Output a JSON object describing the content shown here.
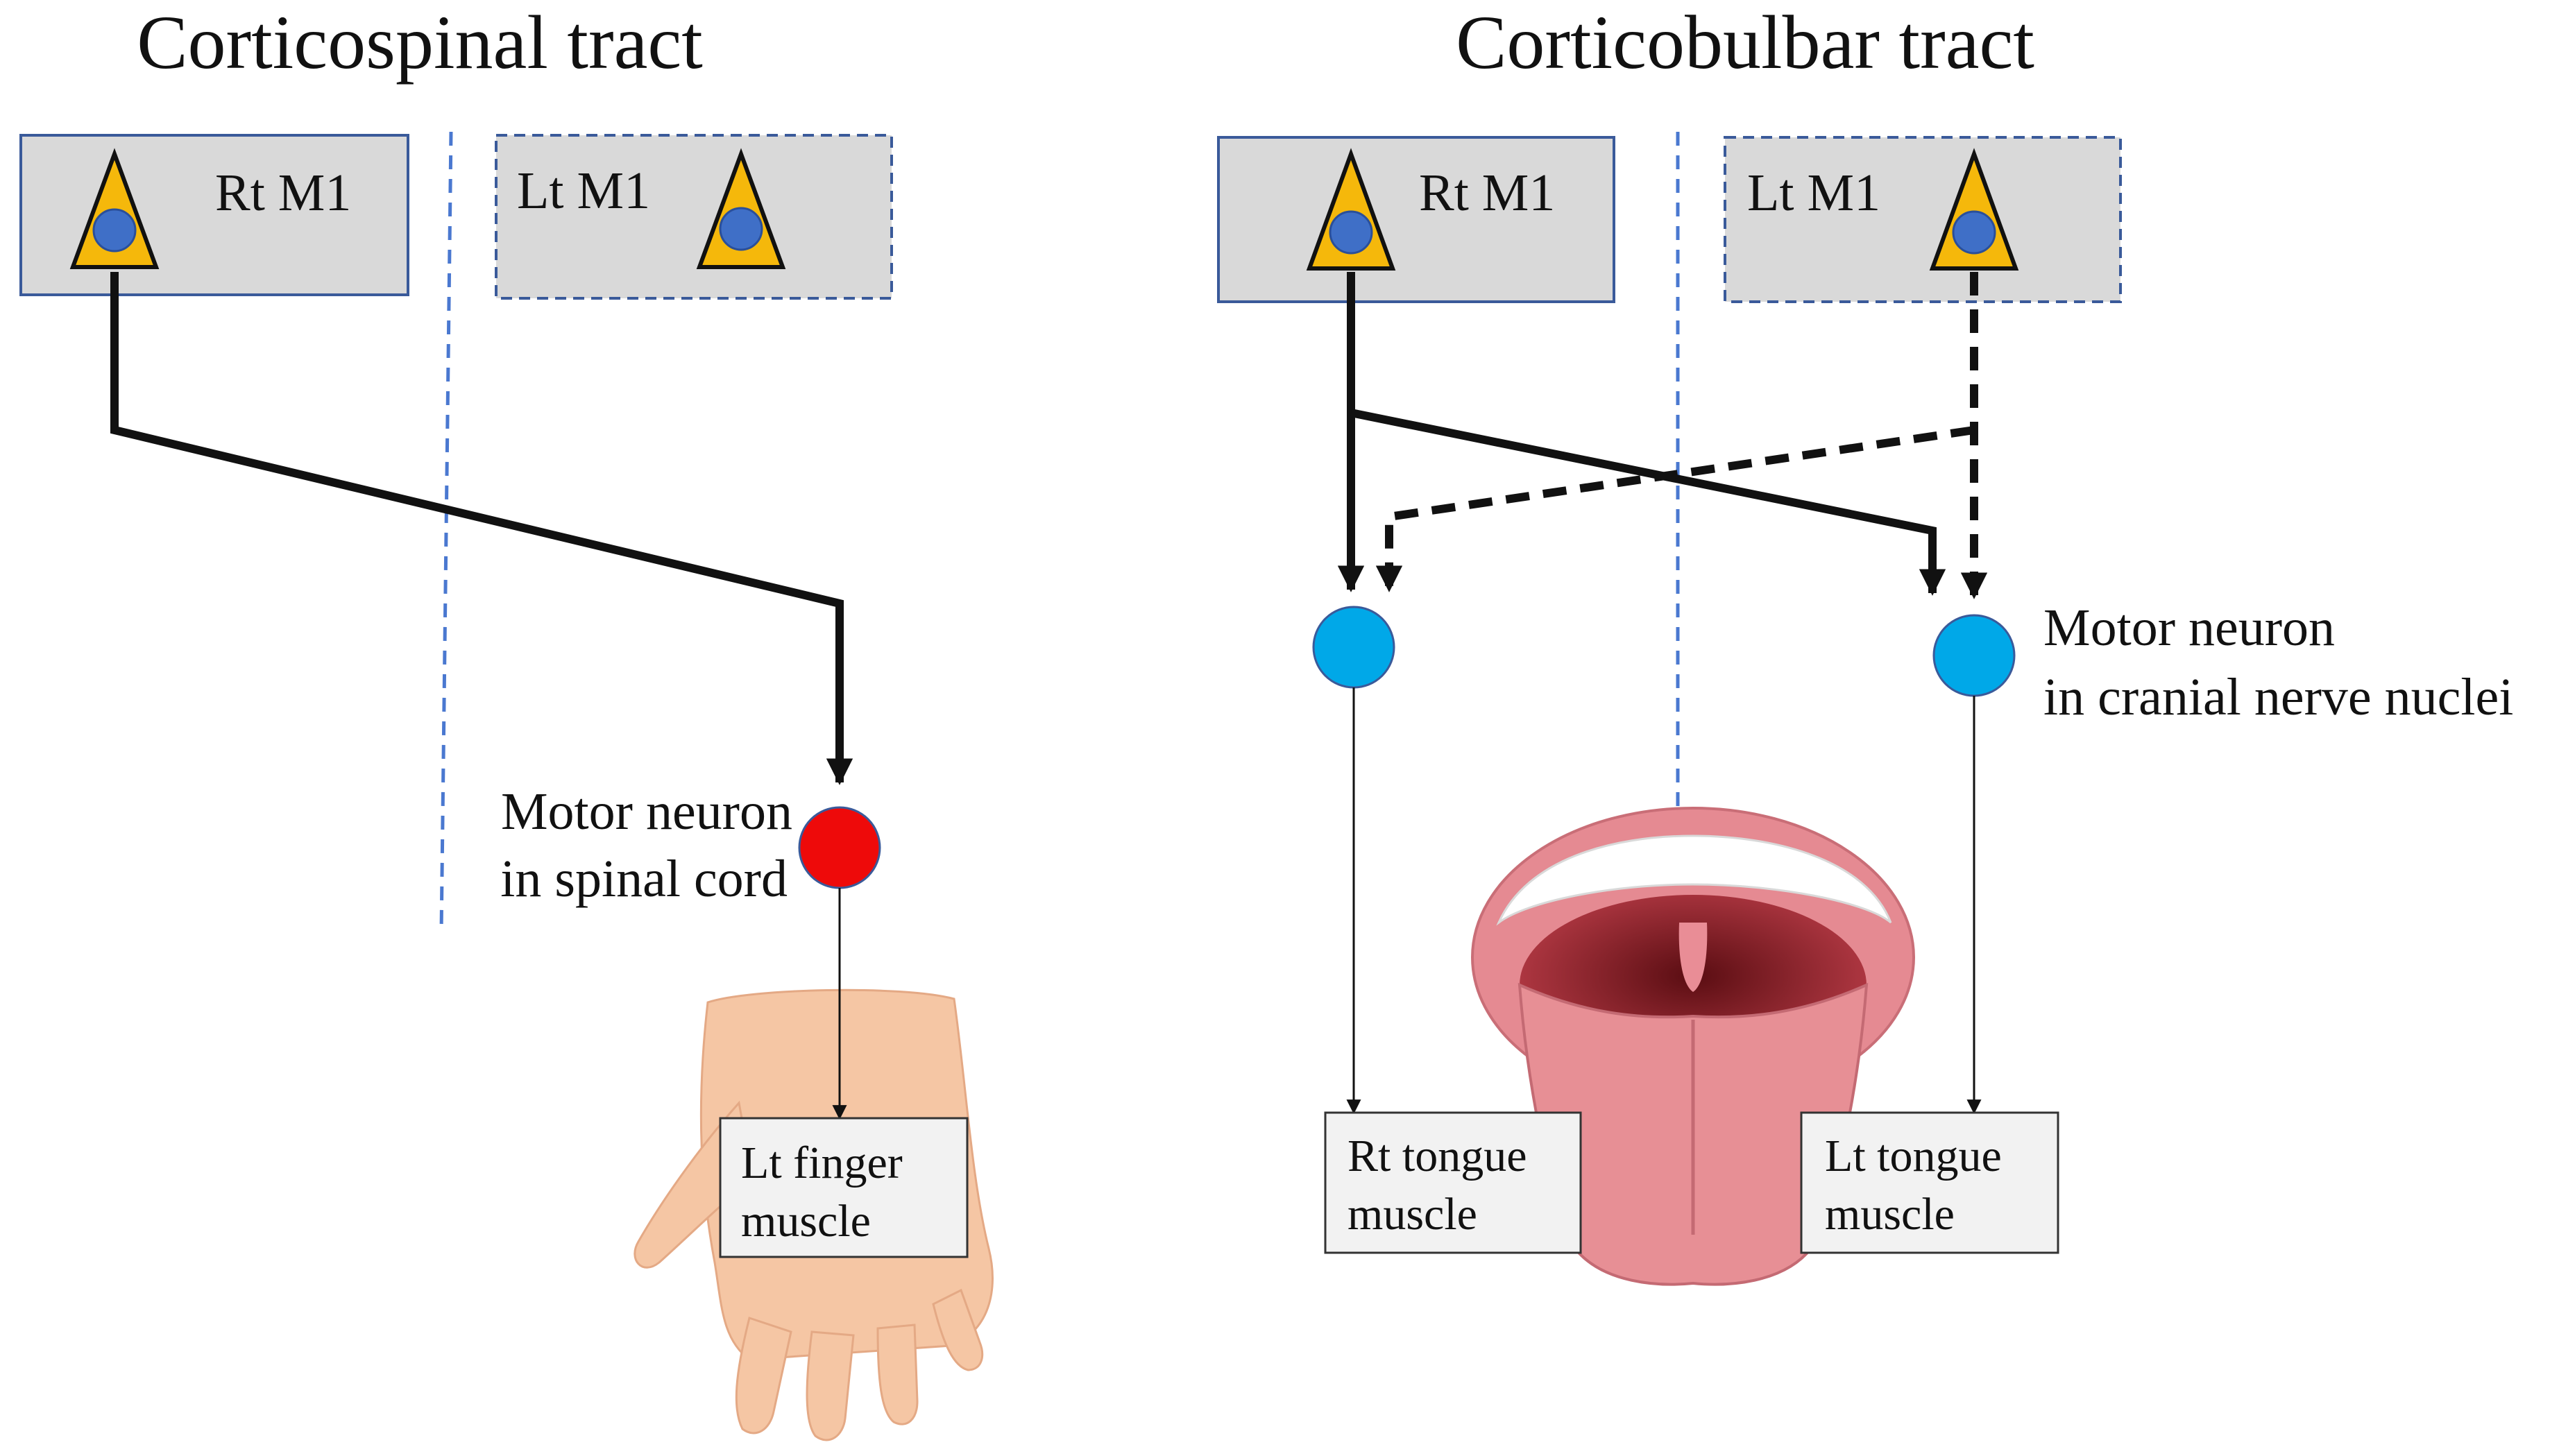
{
  "titles": {
    "left": "Corticospinal tract",
    "right": "Corticobulbar tract"
  },
  "cortex": {
    "rt_m1": "Rt M1",
    "lt_m1": "Lt M1"
  },
  "neurons": {
    "spinal_line1": "Motor neuron",
    "spinal_line2": "in spinal cord",
    "cranial_line1": "Motor neuron",
    "cranial_line2": "in cranial nerve nuclei"
  },
  "muscles": {
    "finger_line1": "Lt finger",
    "finger_line2": "muscle",
    "rt_tongue_line1": "Rt tongue",
    "rt_tongue_line2": "muscle",
    "lt_tongue_line1": "Lt tongue",
    "lt_tongue_line2": "muscle"
  },
  "colors": {
    "cortex_box_fill": "#d9d9d9",
    "cortex_box_stroke": "#3a5a9a",
    "pyramid_fill": "#f5b80b",
    "soma_fill": "#3f6fc7",
    "spinal_motor_neuron": "#ee0a0a",
    "cranial_motor_neuron": "#00a8e8",
    "midline": "#4a78d0",
    "pathway": "#111111",
    "skin": "#f5c6a4",
    "tongue": "#e88d94"
  },
  "icons": [
    "pyramidal-neuron-icon",
    "hand-icon",
    "open-mouth-tongue-icon"
  ]
}
